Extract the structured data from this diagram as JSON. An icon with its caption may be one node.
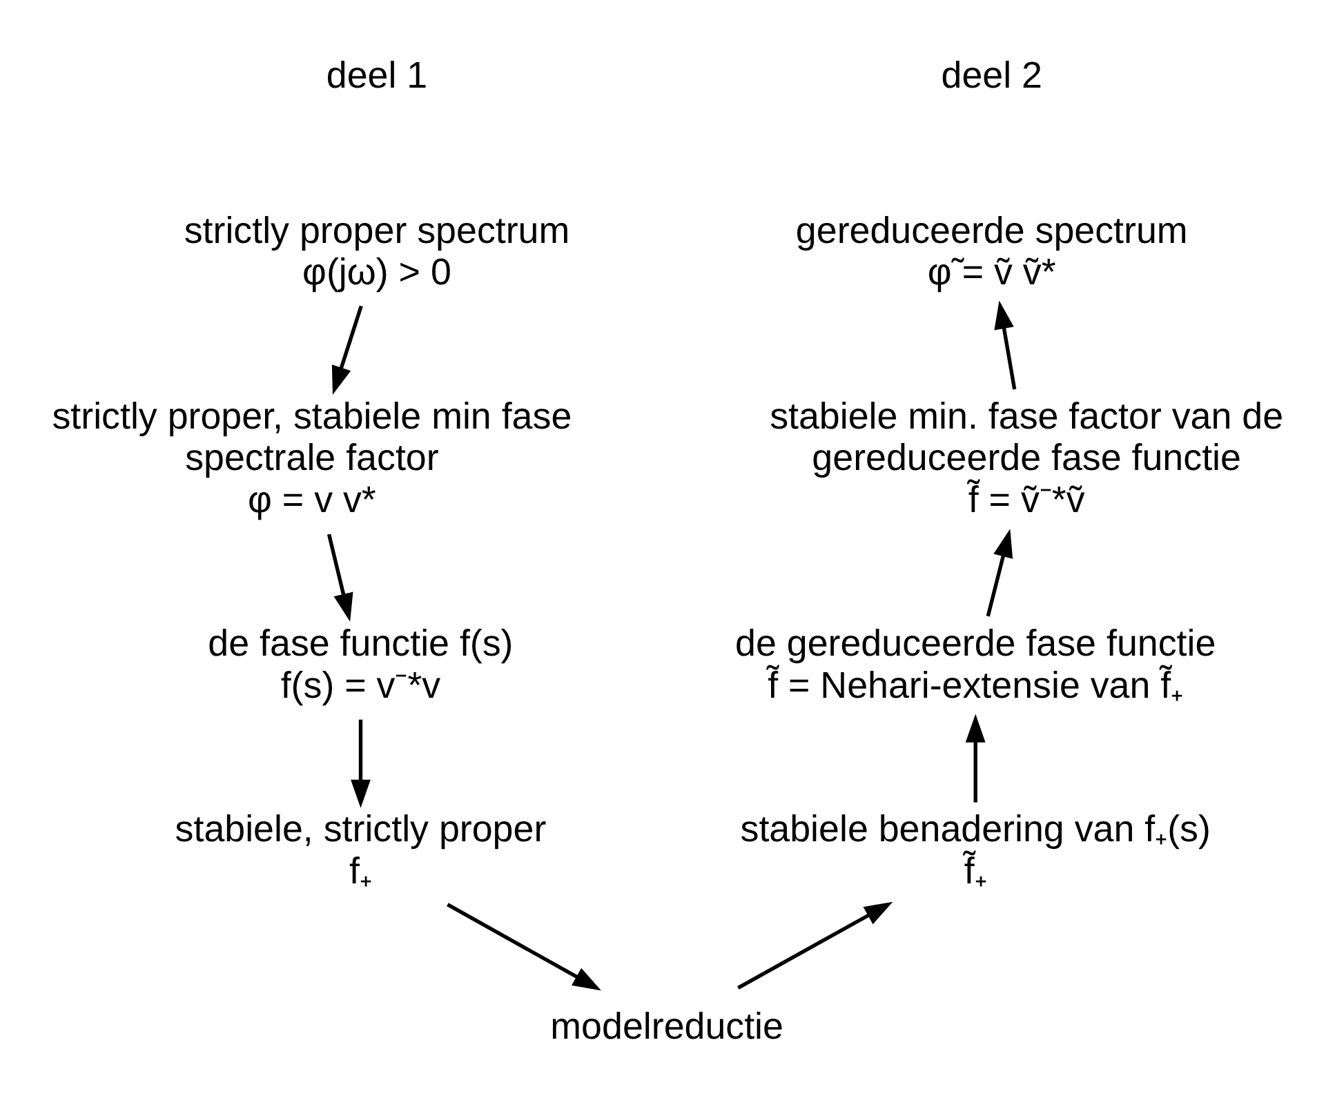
{
  "diagram": {
    "nodes": [
      {
        "text": [
          "strictly proper spectrum",
          "φ(jω) > 0"
        ]
      },
      {
        "text": [
          "strictly proper, stabiele min fase spectrale factor",
          "φ = v v*"
        ]
      },
      {
        "text": [
          "de fase functie f(s)",
          "f(s) = v⁻*v"
        ]
      },
      {
        "text": [
          "stabiele, strictly proper",
          "f₊"
        ]
      },
      {
        "text": [
          "modelreductie"
        ]
      },
      {
        "text": [
          "stabiele benadering van f₊(s)",
          "f̃₊"
        ]
      },
      {
        "text": [
          "de gereduceerde fase functie",
          "f̃ = Nehari-extensie van f̃₊"
        ]
      },
      {
        "text": [
          "stabiele min. fase factor van de gereduceerde fase functie",
          "f̃ = ṽ⁻*ṽ"
        ]
      },
      {
        "text": [
          "gereduceerde spectrum",
          "φ̃ = ṽ ṽ*"
        ]
      }
    ],
    "edges": [
      {
        "from": 0,
        "to": 1,
        "arrow": "to"
      },
      {
        "from": 1,
        "to": 2,
        "arrow": "to"
      },
      {
        "from": 2,
        "to": 3,
        "arrow": "to"
      },
      {
        "from": 3,
        "to": 4,
        "arrow": "to"
      },
      {
        "from": 4,
        "to": 5,
        "arrow": "to"
      },
      {
        "from": 5,
        "to": 6,
        "arrow": "to"
      },
      {
        "from": 6,
        "to": 7,
        "arrow": "to"
      },
      {
        "from": 7,
        "to": 8,
        "arrow": "to"
      }
    ],
    "labels": [
      "deel 1",
      "deel 2"
    ]
  }
}
